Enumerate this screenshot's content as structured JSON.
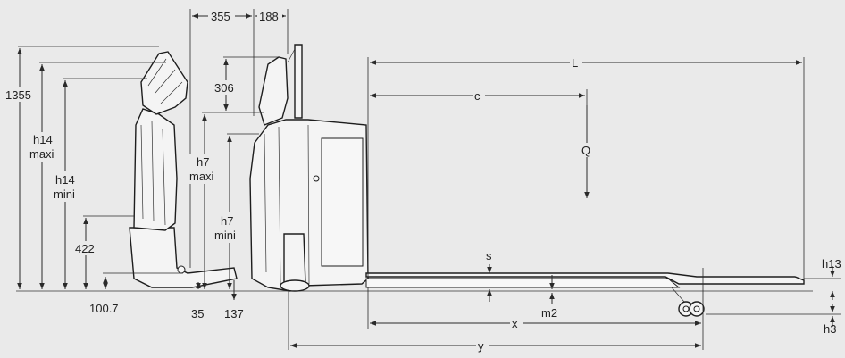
{
  "colors": {
    "background": "#eaeaea",
    "line": "#2a2a2a",
    "fill": "#f4f4f4"
  },
  "labels": {
    "d1355": "1355",
    "h14max_a": "h14",
    "h14max_b": "maxi",
    "h14min_a": "h14",
    "h14min_b": "mini",
    "d422": "422",
    "d1007": "100.7",
    "d355": "355",
    "d188": "188",
    "d306": "306",
    "h7max_a": "h7",
    "h7max_b": "maxi",
    "h7min_a": "h7",
    "h7min_b": "mini",
    "d35": "35",
    "d137": "137",
    "L": "L",
    "c": "c",
    "Q": "Q",
    "s": "s",
    "m2": "m2",
    "x": "x",
    "y": "y",
    "h13": "h13",
    "h3": "h3"
  }
}
